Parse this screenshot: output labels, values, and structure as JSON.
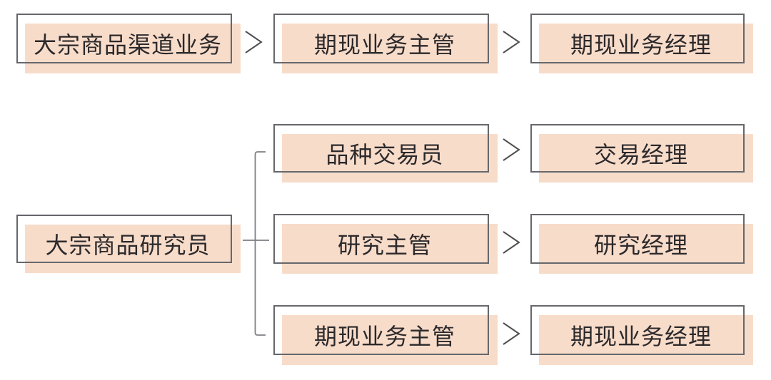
{
  "colors": {
    "background": "#ffffff",
    "node_fill": "#f8dcca",
    "node_border": "#66676b",
    "label_text": "#2b292b",
    "connector": "#7d7e82",
    "chevron": "#4e4f52"
  },
  "diagram": {
    "type": "career-path-flowchart",
    "top_flow": {
      "stages": [
        "大宗商品渠道业务",
        "期现业务主管",
        "期现业务经理"
      ]
    },
    "bottom_flow": {
      "root": "大宗商品研究员",
      "branches": [
        {
          "from": "品种交易员",
          "to": "交易经理"
        },
        {
          "from": "研究主管",
          "to": "研究经理"
        },
        {
          "from": "期现业务主管",
          "to": "期现业务经理"
        }
      ]
    },
    "arrow_glyph": ">"
  }
}
